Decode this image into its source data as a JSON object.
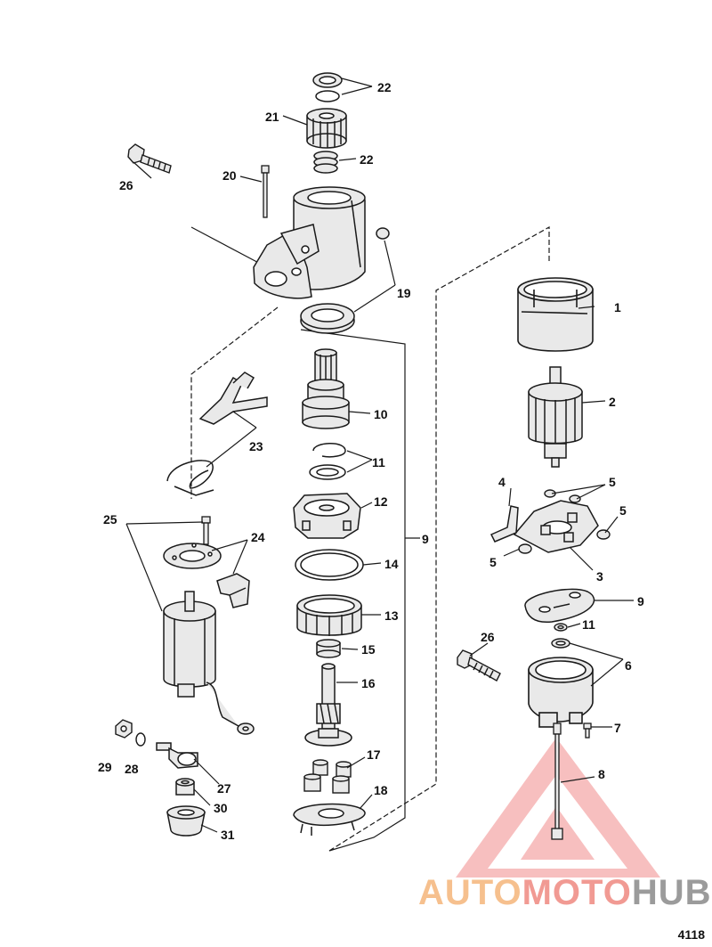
{
  "figure_id": "4118",
  "watermark": {
    "part1": "AUTO",
    "part2": "MOTO",
    "part3": "HUB"
  },
  "callouts": {
    "c1": "1",
    "c2": "2",
    "c3": "3",
    "c4": "4",
    "c5a": "5",
    "c5b": "5",
    "c5c": "5",
    "c6": "6",
    "c7": "7",
    "c8": "8",
    "c9a": "9",
    "c9b": "9",
    "c10": "10",
    "c11a": "11",
    "c11b": "11",
    "c12": "12",
    "c13": "13",
    "c14": "14",
    "c15": "15",
    "c16": "16",
    "c17": "17",
    "c18": "18",
    "c19": "19",
    "c20": "20",
    "c21": "21",
    "c22a": "22",
    "c22b": "22",
    "c23": "23",
    "c24": "24",
    "c25": "25",
    "c26a": "26",
    "c26b": "26",
    "c27": "27",
    "c28": "28",
    "c29": "29",
    "c30": "30",
    "c31": "31"
  },
  "colors": {
    "line": "#1a1a1a",
    "part_fill": "#e9e9e9",
    "watermark_red": "#f28c8c"
  }
}
